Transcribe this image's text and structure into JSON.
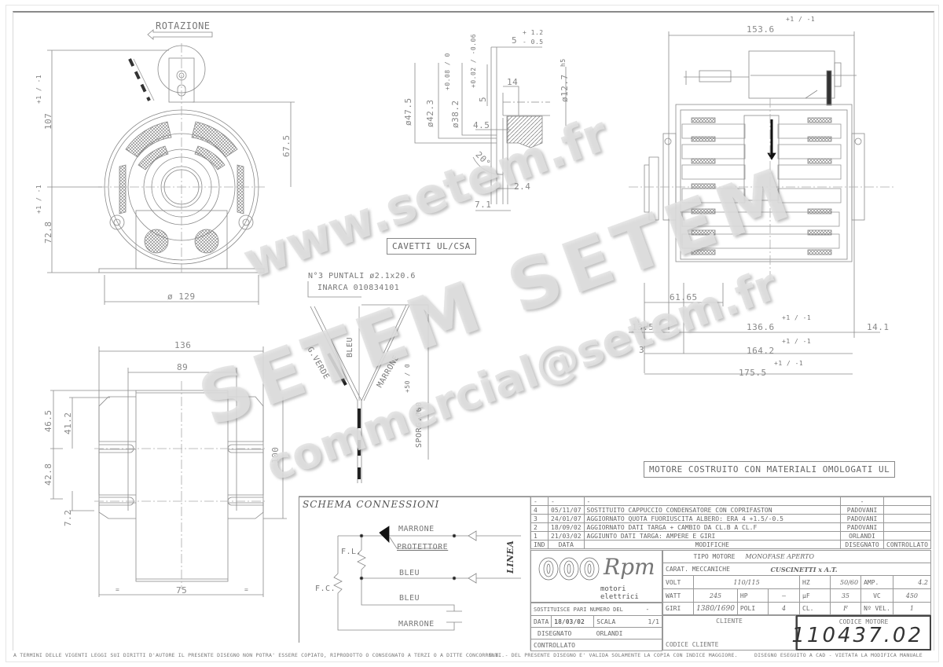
{
  "front_view": {
    "rotation_label": "ROTAZIONE",
    "dim_height_top": "107",
    "dim_height_top_tol": "+1 / -1",
    "dim_height_bottom": "72.8",
    "dim_height_bottom_tol": "+1 / -1",
    "dim_capacitor": "67.5",
    "dim_diameter": "ø 129"
  },
  "shaft_detail": {
    "dim_5": "5",
    "dim_5_tol_plus": "+ 1.2",
    "dim_5_tol_minus": "- 0.5",
    "dim_47_5": "ø47.5",
    "dim_42_3": "ø42.3",
    "dim_38_2": "ø38.2",
    "dim_38_2_tol": "+0.08 / 0",
    "dim_5b": "5",
    "dim_5b_tol": "+0.02 / -0.06",
    "dim_14": "14",
    "dim_12_7": "ø12.7",
    "dim_12_7_fit": "h5",
    "dim_4_5": "4.5",
    "dim_angle": "20°",
    "dim_2_4": "2.4",
    "dim_7_1": "7.1"
  },
  "side_view": {
    "dim_153_6": "153.6",
    "dim_61_65": "61.65",
    "dim_13_5": "13.5",
    "dim_3": "3",
    "dim_136_6": "136.6",
    "dim_14_1": "14.1",
    "dim_164_2": "164.2",
    "dim_175_5": "175.5",
    "tol": "+1 / -1"
  },
  "bottom_view": {
    "dim_136": "136",
    "dim_89": "89",
    "dim_46_5": "46.5",
    "dim_41_2": "41.2",
    "dim_42_8": "42.8",
    "dim_7_2": "7.2",
    "dim_100": "100",
    "dim_75": "75",
    "equal_mark": "="
  },
  "cables": {
    "box_label": "CAVETTI UL/CSA",
    "terminals": "N°3 PUNTALI ø2.1x20.6",
    "inarca": "INARCA 010834101",
    "wire_green": "G.VERDE",
    "wire_blue": "BLEU",
    "wire_brown": "MARRONE",
    "length": "SPORG.600",
    "length_tol": "+50 / 0"
  },
  "ul_note": "MOTORE COSTRUITO CON MATERIALI OMOLOGATI UL",
  "schema": {
    "title": "SCHEMA CONNESSIONI",
    "marrone_top": "MARRONE",
    "protettore": "PROTETTORE",
    "bleu_1": "BLEU",
    "bleu_2": "BLEU",
    "marrone_bottom": "MARRONE",
    "fl": "F.L.",
    "fc": "F.C.",
    "linea": "LINEA"
  },
  "revisions": {
    "headers": {
      "ind": "IND",
      "data": "DATA",
      "modifiche": "MODIFICHE",
      "disegnato": "DISEGNATO",
      "controllato": "CONTROLLATO"
    },
    "rows": [
      {
        "ind": "-",
        "data": "-",
        "desc": "-",
        "disegnato": "-",
        "controllato": ""
      },
      {
        "ind": "4",
        "data": "05/11/07",
        "desc": "SOSTITUITO CAPPUCCIO CONDENSATORE CON COPRIFASTON",
        "disegnato": "PADOVANI",
        "controllato": ""
      },
      {
        "ind": "3",
        "data": "24/01/07",
        "desc": "AGGIORNATO QUOTA FUORIUSCITA ALBERO: ERA 4 +1.5/-0.5",
        "disegnato": "PADOVANI",
        "controllato": ""
      },
      {
        "ind": "2",
        "data": "18/09/02",
        "desc": "AGGIORNATO DATI TARGA + CAMBIO DA CL.B A CL.F",
        "disegnato": "PADOVANI",
        "controllato": ""
      },
      {
        "ind": "1",
        "data": "21/03/02",
        "desc": "AGGIUNTO DATI TARGA: AMPERE E GIRI",
        "disegnato": "ORLANDI",
        "controllato": ""
      }
    ]
  },
  "title_block": {
    "logo_text": "Rpm",
    "logo_sub": "motori elettrici",
    "tipo_motore_label": "TIPO MOTORE",
    "tipo_motore": "MONOFASE APERTO",
    "carat_label": "CARAT. MECCANICHE",
    "carat": "CUSCINETTI x A.T.",
    "volt_label": "VOLT",
    "volt": "110/115",
    "hz_label": "HZ",
    "hz": "50/60",
    "amp_label": "AMP.",
    "amp": "4.2",
    "watt_label": "WATT",
    "watt": "245",
    "hp_label": "HP",
    "hp": "—",
    "uf_label": "µF",
    "uf": "35",
    "vc_label": "VC",
    "vc": "450",
    "giri_label": "GIRI",
    "giri": "1380/1690",
    "poli_label": "POLI",
    "poli": "4",
    "cl_label": "CL.",
    "cl": "F",
    "nvel_label": "Nº VEL.",
    "nvel": "1",
    "sostituisce_label": "SOSTITUISCE PARI NUMERO DEL",
    "sostituisce": "-",
    "data_label": "DATA",
    "data": "18/03/02",
    "scala_label": "SCALA",
    "scala": "1/1",
    "disegnato_label": "DISEGNATO",
    "disegnato": "ORLANDI",
    "controllato_label": "CONTROLLATO",
    "cliente_label": "CLIENTE",
    "codice_cliente_label": "CODICE CLIENTE",
    "codice_motore_label": "CODICE MOTORE",
    "codice_motore": "110437.02"
  },
  "footer": {
    "left": "A TERMINI DELLE VIGENTI LEGGI SUI DIRITTI D'AUTORE IL PRESENTE DISEGNO NON POTRA' ESSERE COPIATO, RIPRODOTTO O CONSEGNATO A TERZI O A DITTE CONCORRENTI.",
    "middle": "N.B. - DEL PRESENTE DISEGNO E' VALIDA SOLAMENTE LA COPIA CON INDICE MAGGIORE.",
    "right": "DISEGNO ESEGUITO A CAD - VIETATA LA MODIFICA MANUALE"
  },
  "watermark": {
    "url": "www.setem.fr",
    "brand": "SETEM SETEM",
    "email": "commercial@setem.fr"
  }
}
